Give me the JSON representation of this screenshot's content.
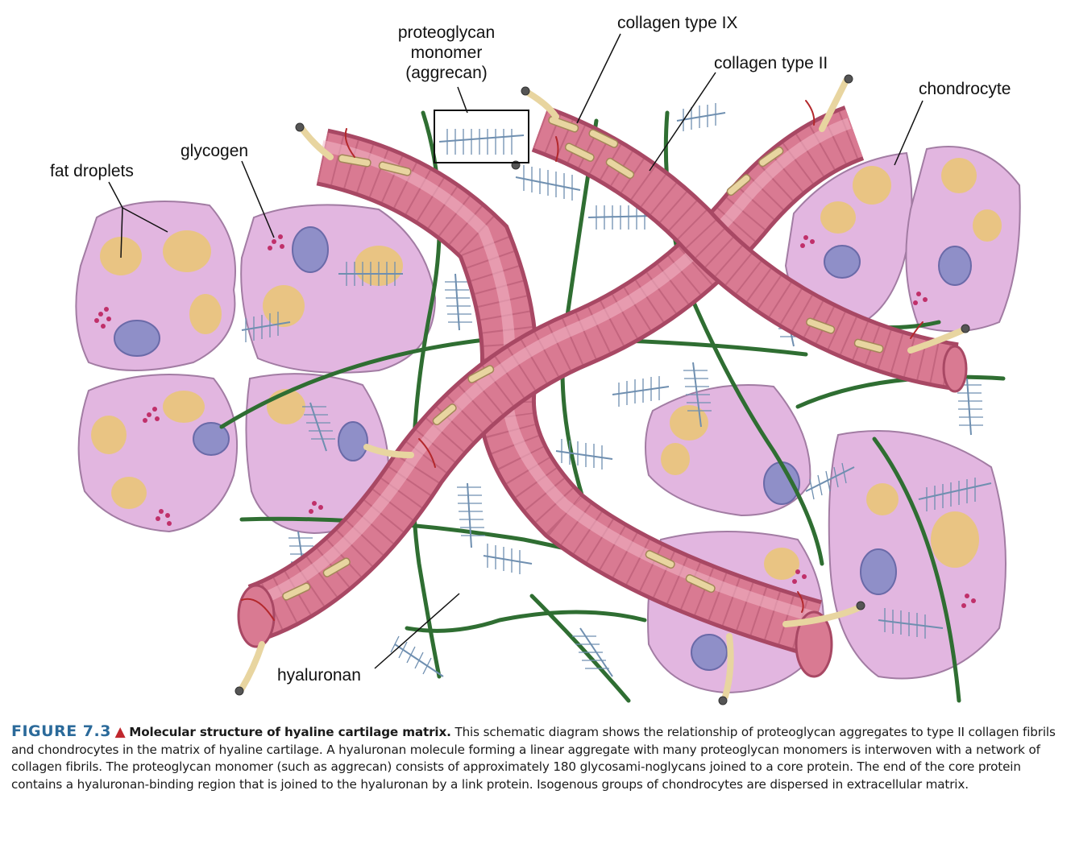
{
  "labels": {
    "proteoglycan_monomer": "proteoglycan\nmonomer\n(aggrecan)",
    "collagen_type_ix": "collagen type IX",
    "collagen_type_ii": "collagen type II",
    "chondrocyte": "chondrocyte",
    "glycogen": "glycogen",
    "fat_droplets": "fat droplets",
    "hyaluronan": "hyaluronan"
  },
  "caption": {
    "figure_number": "FIGURE 7.3",
    "marker": "▲",
    "title": "Molecular structure of hyaline cartilage matrix.",
    "body": "This schematic diagram shows the relationship of proteoglycan aggregates to type II collagen fibrils and chondrocytes in the matrix of hyaline cartilage. A hyaluronan molecule forming a linear aggregate with many proteoglycan monomers is interwoven with a network of collagen fibrils. The proteoglycan monomer (such as aggrecan) consists of approximately 180 glycosami-noglycans joined to a core protein. The end of the core protein contains a hyaluronan-binding region that is joined to the hyaluronan by a link protein. Isogenous groups of chondrocytes are dispersed in extracellular matrix."
  },
  "colors": {
    "cell_fill": "#e2b6e0",
    "cell_edge": "#b48ab4",
    "fat": "#e9c483",
    "nucleus": "#8f8fc8",
    "glycogen": "#c0306a",
    "fibril": "#d97a92",
    "fibril_dark": "#a84864",
    "collagen_ix": "#e8d5a0",
    "hyaluronan": "#2f6e32",
    "proteoglycan": "#6f8fb0",
    "caption_accent": "#2b6a9a",
    "marker": "#c0272d"
  }
}
